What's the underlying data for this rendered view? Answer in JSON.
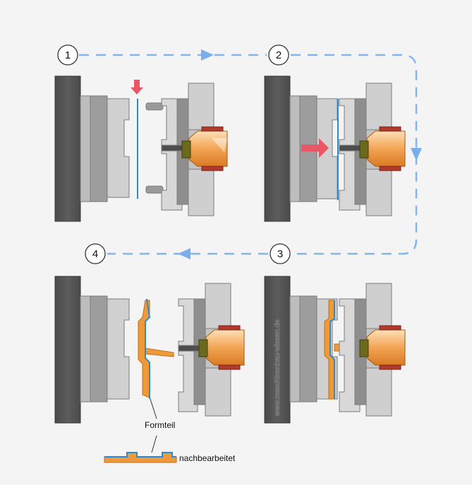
{
  "steps": [
    {
      "number": "1"
    },
    {
      "number": "2"
    },
    {
      "number": "3"
    },
    {
      "number": "4"
    }
  ],
  "labels": {
    "formteil": "Formteil",
    "nachbearbeitet": "nachbearbeitet"
  },
  "watermark": "www.maschinenbau-wissen.de",
  "colors": {
    "background": "#f4f4f4",
    "dark_plate": "#545454",
    "mid_gray": "#a6a6a6",
    "light_gray": "#cfcfcf",
    "foil_blue": "#2a8bd8",
    "plastic_orange": "#ef9a3a",
    "arrow_blue": "#7aaee8",
    "press_red": "#e95767",
    "heater_red": "#b23a2c",
    "nozzle_olive": "#6b6a1c"
  }
}
